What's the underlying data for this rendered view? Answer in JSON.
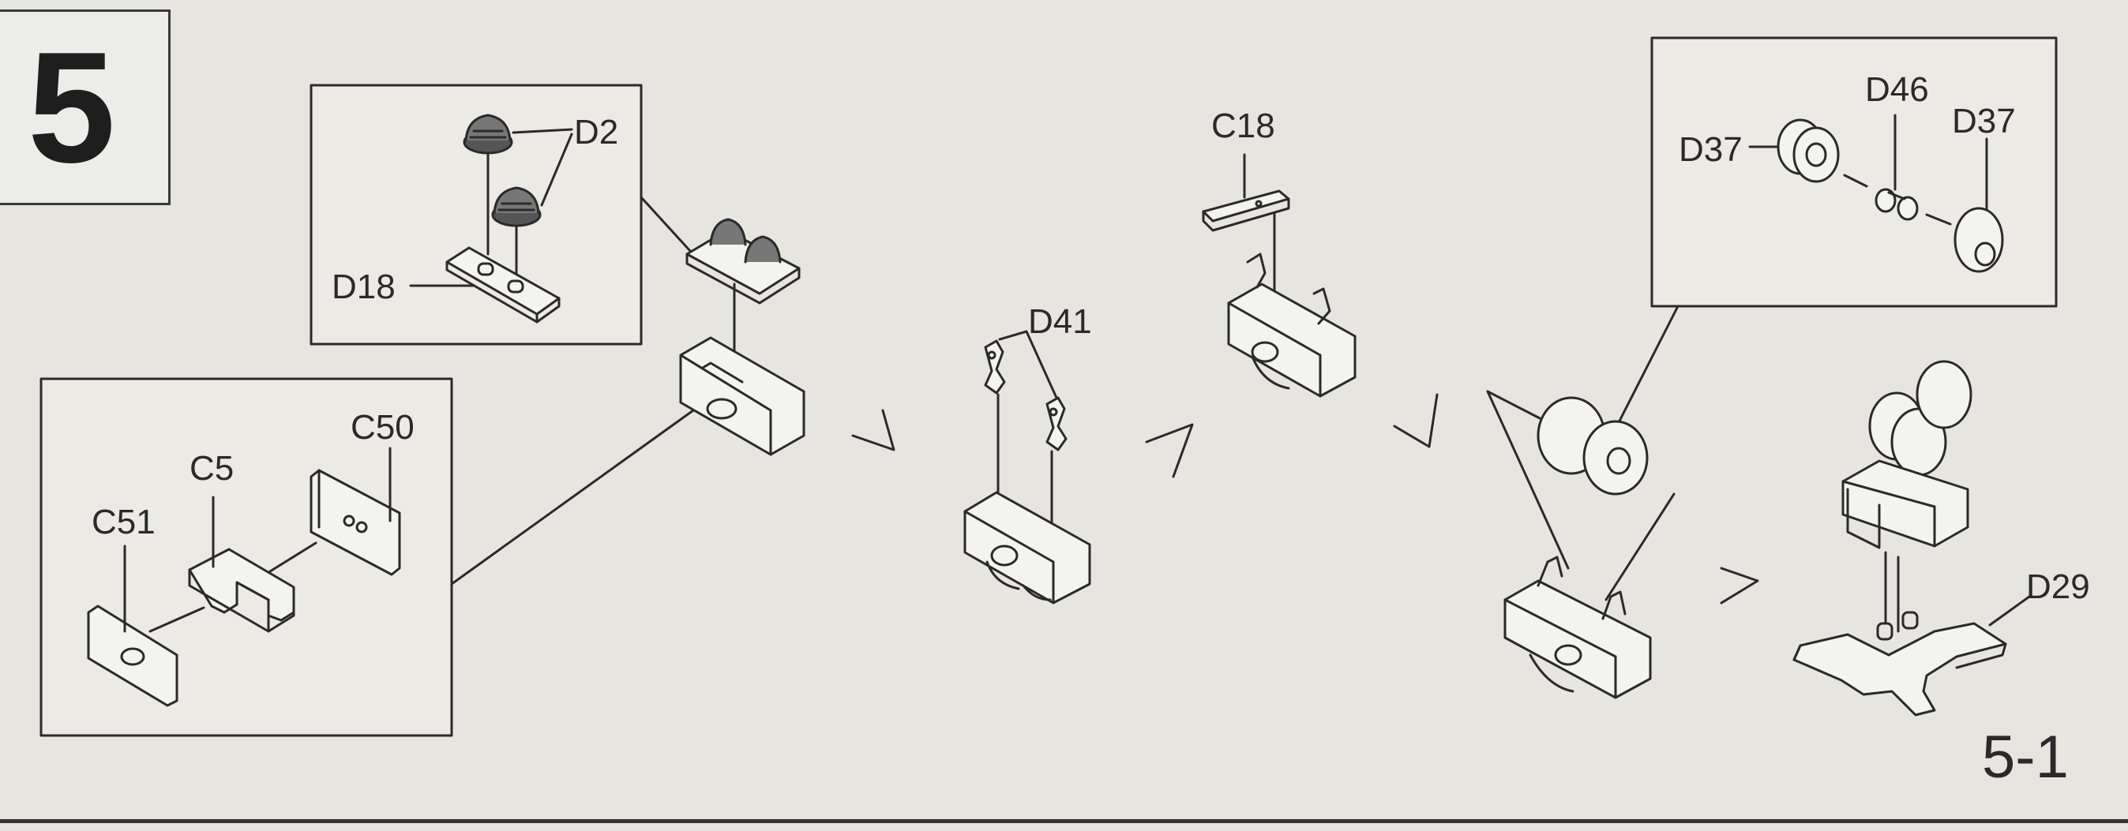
{
  "step": {
    "number": "5",
    "sub_step": "5-1"
  },
  "parts": {
    "D2": "D2",
    "D18": "D18",
    "C50": "C50",
    "C5": "C5",
    "C51": "C51",
    "D41": "D41",
    "C18": "C18",
    "D37_left": "D37",
    "D46": "D46",
    "D37_right": "D37",
    "D29": "D29"
  }
}
